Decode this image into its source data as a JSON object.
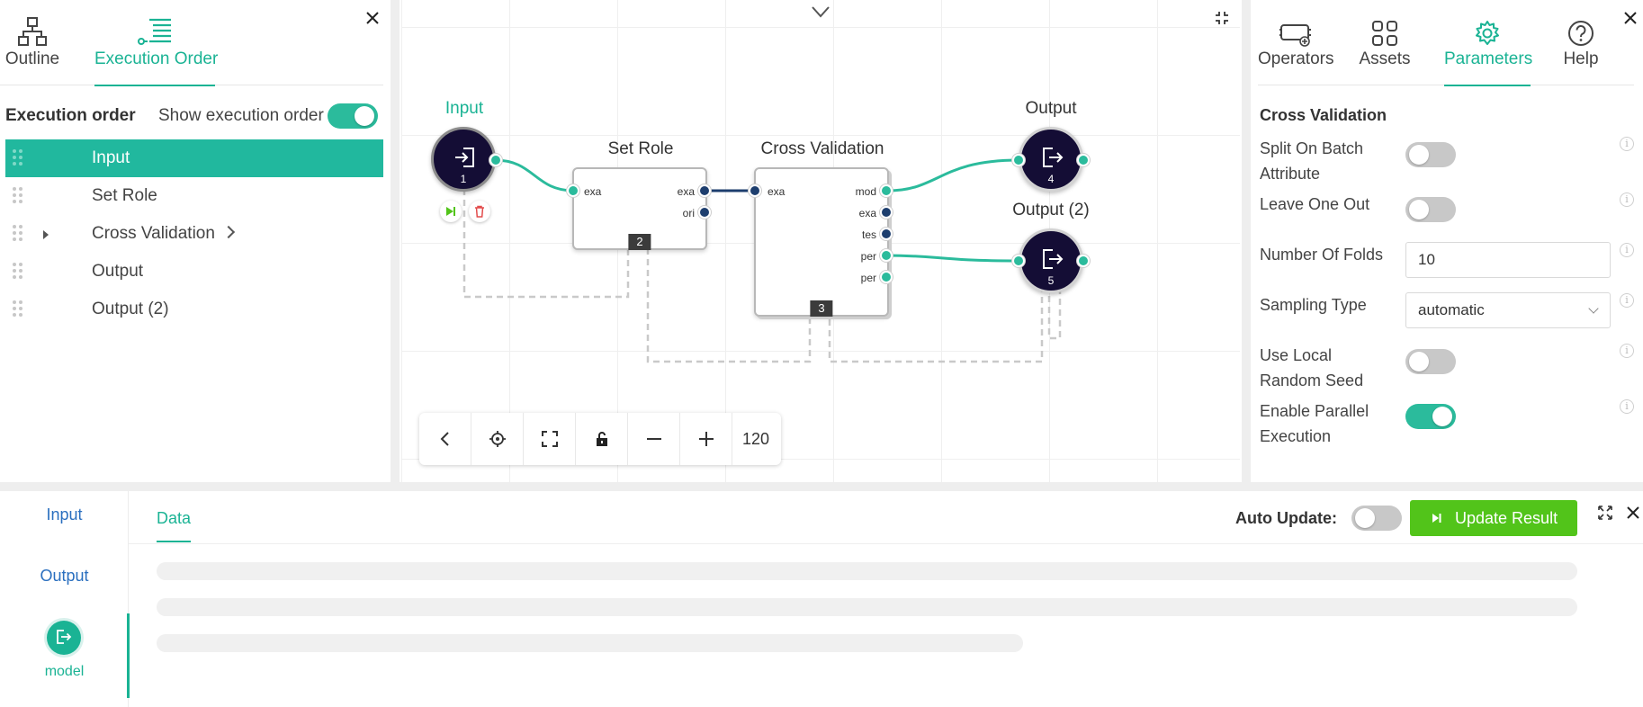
{
  "left_panel": {
    "tabs": [
      {
        "label": "Outline",
        "icon": "outline-tree-icon"
      },
      {
        "label": "Execution Order",
        "icon": "execution-order-icon"
      }
    ],
    "header_title": "Execution order",
    "show_toggle_label": "Show execution order",
    "show_toggle_on": true,
    "items": [
      {
        "label": "Input"
      },
      {
        "label": "Set Role"
      },
      {
        "label": "Cross Validation"
      },
      {
        "label": "Output"
      },
      {
        "label": "Output (2)"
      }
    ]
  },
  "canvas": {
    "nodes": {
      "input": {
        "label": "Input",
        "number": "1"
      },
      "set_role": {
        "label": "Set Role",
        "number": "2",
        "ports_in": [
          "exa"
        ],
        "ports_out": [
          "exa",
          "ori"
        ]
      },
      "cross_validation": {
        "label": "Cross Validation",
        "number": "3",
        "ports_in": [
          "exa"
        ],
        "ports_out": [
          "mod",
          "exa",
          "tes",
          "per",
          "per"
        ]
      },
      "output": {
        "label": "Output",
        "number": "4"
      },
      "output2": {
        "label": "Output (2)",
        "number": "5"
      }
    },
    "zoom_level": "120",
    "colors": {
      "teal": "#2bbb9c",
      "navy": "#1d3e6e",
      "node": "#140d35"
    }
  },
  "right_panel": {
    "tabs": [
      {
        "label": "Operators",
        "icon": "operators-icon"
      },
      {
        "label": "Assets",
        "icon": "assets-grid-icon"
      },
      {
        "label": "Parameters",
        "icon": "gear-icon"
      },
      {
        "label": "Help",
        "icon": "help-icon"
      }
    ],
    "title": "Cross Validation",
    "params": {
      "split_on_batch": {
        "label": "Split On Batch Attribute",
        "on": false
      },
      "leave_one_out": {
        "label": "Leave One Out",
        "on": false
      },
      "number_of_folds": {
        "label": "Number Of Folds",
        "value": "10"
      },
      "sampling_type": {
        "label": "Sampling Type",
        "value": "automatic"
      },
      "use_local_seed": {
        "label": "Use Local Random Seed",
        "on": false
      },
      "enable_parallel": {
        "label": "Enable Parallel Execution",
        "on": true
      }
    },
    "info_glyph": "i"
  },
  "bottom": {
    "ports": {
      "input": "Input",
      "output": "Output",
      "model": "model"
    },
    "tab_data": "Data",
    "auto_update_label": "Auto Update:",
    "auto_update_on": false,
    "update_button": "Update Result"
  }
}
